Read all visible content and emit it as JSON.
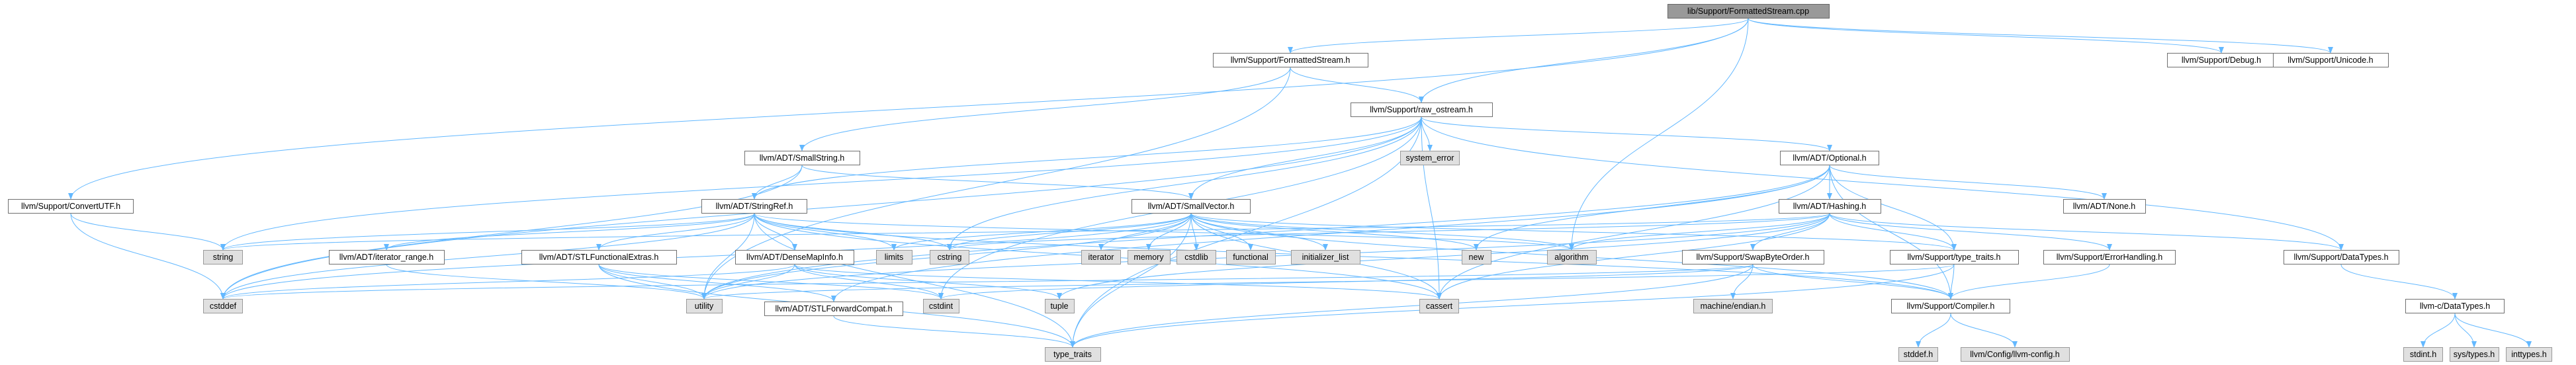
{
  "colors": {
    "edge": "#63b8ff",
    "root_fill": "#999999",
    "sys_fill": "#e0e0e0",
    "node_border": "#707070"
  },
  "nodes": [
    {
      "id": "root",
      "label": "lib/Support/FormattedStream.cpp",
      "kind": "root"
    },
    {
      "id": "formattedstream",
      "label": "llvm/Support/FormattedStream.h",
      "kind": "header"
    },
    {
      "id": "debug",
      "label": "llvm/Support/Debug.h",
      "kind": "header"
    },
    {
      "id": "unicode",
      "label": "llvm/Support/Unicode.h",
      "kind": "header"
    },
    {
      "id": "rawostream",
      "label": "llvm/Support/raw_ostream.h",
      "kind": "header"
    },
    {
      "id": "convertutf",
      "label": "llvm/Support/ConvertUTF.h",
      "kind": "header"
    },
    {
      "id": "smallstring",
      "label": "llvm/ADT/SmallString.h",
      "kind": "header"
    },
    {
      "id": "system_error",
      "label": "system_error",
      "kind": "system"
    },
    {
      "id": "optional",
      "label": "llvm/ADT/Optional.h",
      "kind": "header"
    },
    {
      "id": "stringref",
      "label": "llvm/ADT/StringRef.h",
      "kind": "header"
    },
    {
      "id": "smallvector",
      "label": "llvm/ADT/SmallVector.h",
      "kind": "header"
    },
    {
      "id": "hashing",
      "label": "llvm/ADT/Hashing.h",
      "kind": "header"
    },
    {
      "id": "none",
      "label": "llvm/ADT/None.h",
      "kind": "header"
    },
    {
      "id": "string",
      "label": "string",
      "kind": "system"
    },
    {
      "id": "iterrange",
      "label": "llvm/ADT/iterator_range.h",
      "kind": "header"
    },
    {
      "id": "stlfunctional",
      "label": "llvm/ADT/STLFunctionalExtras.h",
      "kind": "header"
    },
    {
      "id": "densemapinfo",
      "label": "llvm/ADT/DenseMapInfo.h",
      "kind": "header"
    },
    {
      "id": "limits",
      "label": "limits",
      "kind": "system"
    },
    {
      "id": "cstring",
      "label": "cstring",
      "kind": "system"
    },
    {
      "id": "iterator",
      "label": "iterator",
      "kind": "system"
    },
    {
      "id": "memory",
      "label": "memory",
      "kind": "system"
    },
    {
      "id": "cstdlib",
      "label": "cstdlib",
      "kind": "system"
    },
    {
      "id": "functional",
      "label": "functional",
      "kind": "system"
    },
    {
      "id": "initlist",
      "label": "initializer_list",
      "kind": "system"
    },
    {
      "id": "new",
      "label": "new",
      "kind": "system"
    },
    {
      "id": "algorithm",
      "label": "algorithm",
      "kind": "system"
    },
    {
      "id": "swapbyte",
      "label": "llvm/Support/SwapByteOrder.h",
      "kind": "header"
    },
    {
      "id": "typetraits_h",
      "label": "llvm/Support/type_traits.h",
      "kind": "header"
    },
    {
      "id": "errorhandling",
      "label": "llvm/Support/ErrorHandling.h",
      "kind": "header"
    },
    {
      "id": "datatypes",
      "label": "llvm/Support/DataTypes.h",
      "kind": "header"
    },
    {
      "id": "cstddef",
      "label": "cstddef",
      "kind": "system"
    },
    {
      "id": "utility",
      "label": "utility",
      "kind": "system"
    },
    {
      "id": "stlforward",
      "label": "llvm/ADT/STLForwardCompat.h",
      "kind": "header"
    },
    {
      "id": "cstdint",
      "label": "cstdint",
      "kind": "system"
    },
    {
      "id": "tuple",
      "label": "tuple",
      "kind": "system"
    },
    {
      "id": "cassert",
      "label": "cassert",
      "kind": "system"
    },
    {
      "id": "machineendian",
      "label": "machine/endian.h",
      "kind": "system"
    },
    {
      "id": "compiler",
      "label": "llvm/Support/Compiler.h",
      "kind": "header"
    },
    {
      "id": "cdatatypes",
      "label": "llvm-c/DataTypes.h",
      "kind": "header"
    },
    {
      "id": "typetraits",
      "label": "type_traits",
      "kind": "system"
    },
    {
      "id": "stddef",
      "label": "stddef.h",
      "kind": "system"
    },
    {
      "id": "llvmconfig",
      "label": "llvm/Config/llvm-config.h",
      "kind": "system"
    },
    {
      "id": "stdint",
      "label": "stdint.h",
      "kind": "system"
    },
    {
      "id": "systypes",
      "label": "sys/types.h",
      "kind": "system"
    },
    {
      "id": "inttypes",
      "label": "inttypes.h",
      "kind": "system"
    }
  ],
  "edges": [
    [
      "root",
      "formattedstream"
    ],
    [
      "root",
      "debug"
    ],
    [
      "root",
      "unicode"
    ],
    [
      "root",
      "rawostream"
    ],
    [
      "root",
      "convertutf"
    ],
    [
      "root",
      "algorithm"
    ],
    [
      "formattedstream",
      "rawostream"
    ],
    [
      "formattedstream",
      "smallstring"
    ],
    [
      "formattedstream",
      "utility"
    ],
    [
      "rawostream",
      "smallvector"
    ],
    [
      "rawostream",
      "stringref"
    ],
    [
      "rawostream",
      "optional"
    ],
    [
      "rawostream",
      "datatypes"
    ],
    [
      "rawostream",
      "system_error"
    ],
    [
      "rawostream",
      "string"
    ],
    [
      "rawostream",
      "cassert"
    ],
    [
      "rawostream",
      "cstddef"
    ],
    [
      "rawostream",
      "cstdint"
    ],
    [
      "rawostream",
      "cstring"
    ],
    [
      "rawostream",
      "typetraits"
    ],
    [
      "convertutf",
      "string"
    ],
    [
      "convertutf",
      "cstddef"
    ],
    [
      "smallstring",
      "stringref"
    ],
    [
      "smallstring",
      "smallvector"
    ],
    [
      "smallstring",
      "cstddef"
    ],
    [
      "optional",
      "hashing"
    ],
    [
      "optional",
      "none"
    ],
    [
      "optional",
      "compiler"
    ],
    [
      "optional",
      "typetraits_h"
    ],
    [
      "optional",
      "cassert"
    ],
    [
      "optional",
      "new"
    ],
    [
      "optional",
      "utility"
    ],
    [
      "optional",
      "stlforward"
    ],
    [
      "stringref",
      "iterrange"
    ],
    [
      "stringref",
      "stlfunctional"
    ],
    [
      "stringref",
      "densemapinfo"
    ],
    [
      "stringref",
      "compiler"
    ],
    [
      "stringref",
      "algorithm"
    ],
    [
      "stringref",
      "cassert"
    ],
    [
      "stringref",
      "cstddef"
    ],
    [
      "stringref",
      "cstring"
    ],
    [
      "stringref",
      "limits"
    ],
    [
      "stringref",
      "string"
    ],
    [
      "stringref",
      "typetraits"
    ],
    [
      "stringref",
      "utility"
    ],
    [
      "smallvector",
      "compiler"
    ],
    [
      "smallvector",
      "typetraits_h"
    ],
    [
      "smallvector",
      "algorithm"
    ],
    [
      "smallvector",
      "cassert"
    ],
    [
      "smallvector",
      "cstddef"
    ],
    [
      "smallvector",
      "cstdlib"
    ],
    [
      "smallvector",
      "cstring"
    ],
    [
      "smallvector",
      "functional"
    ],
    [
      "smallvector",
      "initlist"
    ],
    [
      "smallvector",
      "iterator"
    ],
    [
      "smallvector",
      "limits"
    ],
    [
      "smallvector",
      "memory"
    ],
    [
      "smallvector",
      "new"
    ],
    [
      "smallvector",
      "typetraits"
    ],
    [
      "smallvector",
      "utility"
    ],
    [
      "hashing",
      "errorhandling"
    ],
    [
      "hashing",
      "swapbyte"
    ],
    [
      "hashing",
      "typetraits_h"
    ],
    [
      "hashing",
      "algorithm"
    ],
    [
      "hashing",
      "cassert"
    ],
    [
      "hashing",
      "cstring"
    ],
    [
      "hashing",
      "string"
    ],
    [
      "hashing",
      "tuple"
    ],
    [
      "hashing",
      "utility"
    ],
    [
      "hashing",
      "datatypes"
    ],
    [
      "iterrange",
      "utility"
    ],
    [
      "stlfunctional",
      "stlforward"
    ],
    [
      "stlfunctional",
      "cstdint"
    ],
    [
      "stlfunctional",
      "typetraits"
    ],
    [
      "stlfunctional",
      "utility"
    ],
    [
      "densemapinfo",
      "cassert"
    ],
    [
      "densemapinfo",
      "cstddef"
    ],
    [
      "densemapinfo",
      "cstdint"
    ],
    [
      "densemapinfo",
      "tuple"
    ],
    [
      "densemapinfo",
      "utility"
    ],
    [
      "swapbyte",
      "compiler"
    ],
    [
      "swapbyte",
      "cstddef"
    ],
    [
      "swapbyte",
      "cstdint"
    ],
    [
      "swapbyte",
      "typetraits"
    ],
    [
      "swapbyte",
      "machineendian"
    ],
    [
      "typetraits_h",
      "compiler"
    ],
    [
      "typetraits_h",
      "typetraits"
    ],
    [
      "typetraits_h",
      "utility"
    ],
    [
      "errorhandling",
      "compiler"
    ],
    [
      "datatypes",
      "cdatatypes"
    ],
    [
      "stlforward",
      "typetraits"
    ],
    [
      "compiler",
      "stddef"
    ],
    [
      "compiler",
      "llvmconfig"
    ],
    [
      "cdatatypes",
      "stdint"
    ],
    [
      "cdatatypes",
      "systypes"
    ],
    [
      "cdatatypes",
      "inttypes"
    ]
  ]
}
